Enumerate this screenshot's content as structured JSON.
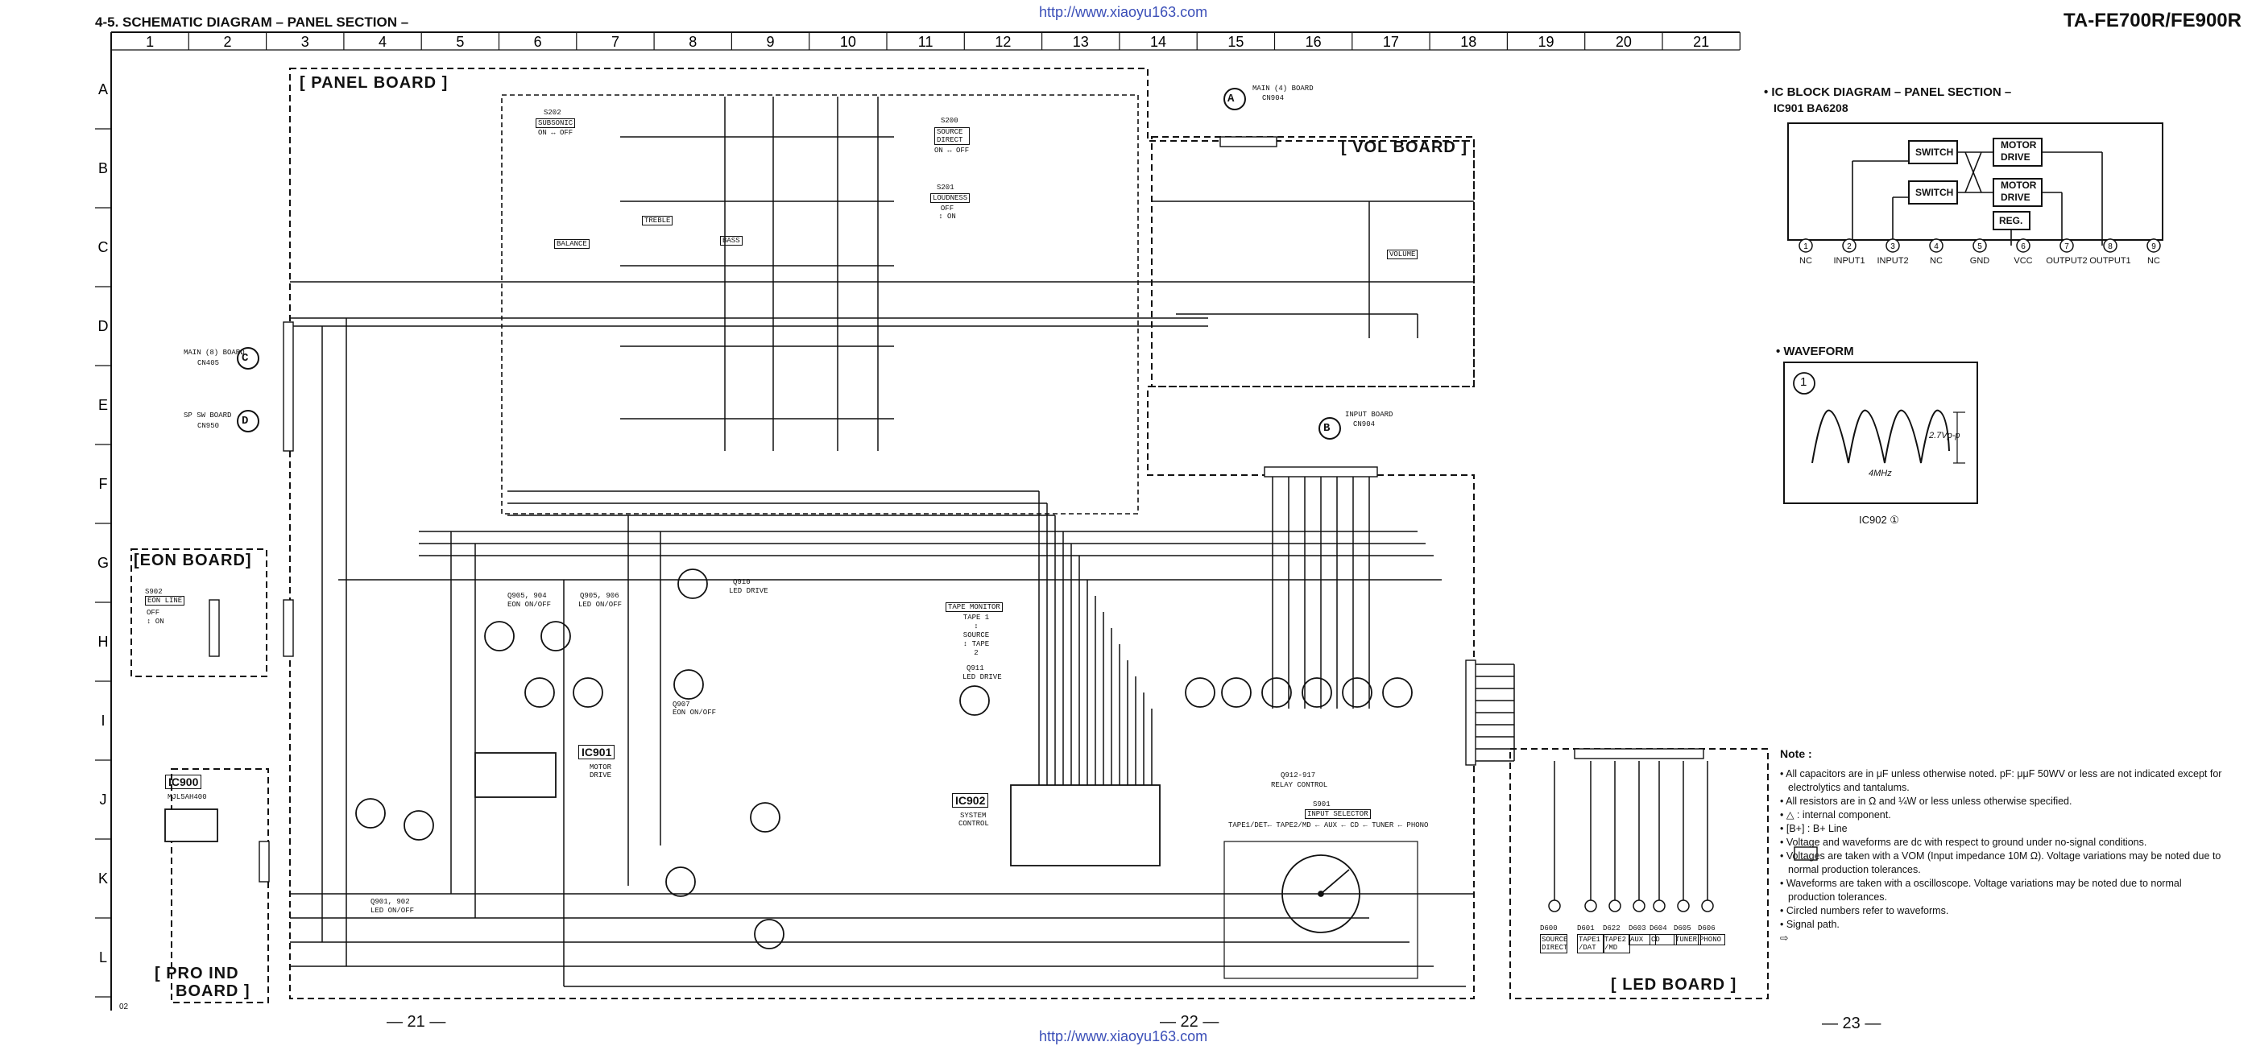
{
  "header": {
    "title": "4-5. SCHEMATIC DIAGRAM – PANEL SECTION –",
    "model": "TA-FE700R/FE900R",
    "url_top": "http://www.xiaoyu163.com",
    "url_bottom": "http://www.xiaoyu163.com"
  },
  "page_numbers": [
    "— 21 —",
    "— 22 —",
    "— 23 —"
  ],
  "corner_code": "02",
  "grid": {
    "columns": [
      "1",
      "2",
      "3",
      "4",
      "5",
      "6",
      "7",
      "8",
      "9",
      "10",
      "11",
      "12",
      "13",
      "14",
      "15",
      "16",
      "17",
      "18",
      "19",
      "20",
      "21"
    ],
    "rows": [
      "A",
      "B",
      "C",
      "D",
      "E",
      "F",
      "G",
      "H",
      "I",
      "J",
      "K",
      "L"
    ]
  },
  "boards": {
    "panel": "[ PANEL BOARD ]",
    "vol": "[ VOL BOARD ]",
    "eon": "[EON BOARD]",
    "pro_ind_1": "[ PRO IND",
    "pro_ind_2": "BOARD ]",
    "led": "[ LED BOARD ]"
  },
  "connectors": {
    "a_label": "MAIN (4) BOARD",
    "a_sub": "CN904",
    "b_label": "INPUT BOARD",
    "b_sub": "CN904",
    "c_label": "MAIN (8) BOARD",
    "c_sub": "CN405",
    "d_label": "SP SW BOARD",
    "d_sub": "CN950",
    "a": "A",
    "b": "B",
    "c": "C",
    "d": "D"
  },
  "chips": {
    "ic900": "IC900",
    "ic900_part": "MJL5AH400",
    "ic901": "IC901",
    "ic901_sub1": "MOTOR",
    "ic901_sub2": "DRIVE",
    "ic902": "IC902",
    "ic902_sub1": "SYSTEM",
    "ic902_sub2": "CONTROL",
    "ic902_extra": "Q912-917",
    "ic902_extra2": "RELAY CONTROL"
  },
  "switch_labels": {
    "s202": "S202",
    "s202_name": "SUBSONIC",
    "s202_state": "ON ↔ OFF",
    "s200": "S200",
    "s200_name": "SOURCE DIRECT",
    "s200_state": "ON ↔ OFF",
    "s201": "S201",
    "s201_name": "LOUDNESS",
    "s201_states": "OFF ↕ ON",
    "balance": "BALANCE",
    "treble": "TREBLE",
    "bass": "BASS",
    "volume": "VOLUME",
    "tape_monitor": "TAPE MONITOR",
    "tape_states": "TAPE 1 ↕ SOURCE ↕ TAPE 2",
    "input_selector": "INPUT SELECTOR",
    "s901": "S901",
    "input_positions": "TAPE1/DET← TAPE2/MD ← AUX ← CD ← TUNER ← PHONO",
    "eon_line": "EON LINE",
    "eon_off": "OFF ↕ ON",
    "eon_sw": "S902"
  },
  "transistors": {
    "q905": "Q905, 904",
    "q905_name": "EON ON/OFF",
    "q906": "Q905, 906",
    "q906_name": "LED ON/OFF",
    "q910": "Q910",
    "q910_name": "LED DRIVE",
    "q911": "Q911",
    "q911_name": "LED DRIVE",
    "q907": "Q907",
    "q907_name": "EON ON/OFF",
    "q901": "Q901, 902",
    "q901_name": "LED ON/OFF"
  },
  "led_labels": [
    "SOURCE DIRECT",
    "TAPE1 /DAT",
    "TAPE2 /MD",
    "AUX",
    "CD",
    "TUNER",
    "PHONO"
  ],
  "led_ids": [
    "D600",
    "D601",
    "D622",
    "D603",
    "D604",
    "D605",
    "D606"
  ],
  "ic_block": {
    "title": "• IC BLOCK DIAGRAM – PANEL SECTION –",
    "subtitle": "IC901  BA6208",
    "switch": "SWITCH",
    "motor1": "MOTOR",
    "motor2": "DRIVE",
    "reg": "REG.",
    "pins": [
      "1",
      "2",
      "3",
      "4",
      "5",
      "6",
      "7",
      "8",
      "9"
    ],
    "pin_names": [
      "NC",
      "INPUT1",
      "INPUT2",
      "NC",
      "GND",
      "VCC",
      "OUTPUT2",
      "OUTPUT1",
      "NC"
    ]
  },
  "waveform": {
    "title": "• WAVEFORM",
    "number": "1",
    "amplitude": "2.7Vp-p",
    "freq": "4MHz",
    "caption": "IC902 ①"
  },
  "note": {
    "title": "Note :",
    "items": [
      "• All capacitors are in μF unless otherwise noted. pF: μμF 50WV or less are not indicated except for electrolytics and tantalums.",
      "• All resistors are in Ω and ¼W or less unless otherwise specified.",
      "• △ : internal component.",
      "• [B+] : B+ Line",
      "• Voltage and waveforms are dc with respect to ground under no-signal conditions.",
      "• Voltages are taken with a VOM (Input impedance 10M Ω). Voltage variations may be noted due to normal production tolerances.",
      "• Waveforms are taken with a oscilloscope. Voltage variations may be noted due to normal production tolerances.",
      "• Circled numbers refer to waveforms.",
      "• Signal path.",
      "⇨"
    ]
  },
  "colors": {
    "ink": "#111111",
    "url": "#3b4fb8",
    "watermark": "#e6e6ea"
  }
}
